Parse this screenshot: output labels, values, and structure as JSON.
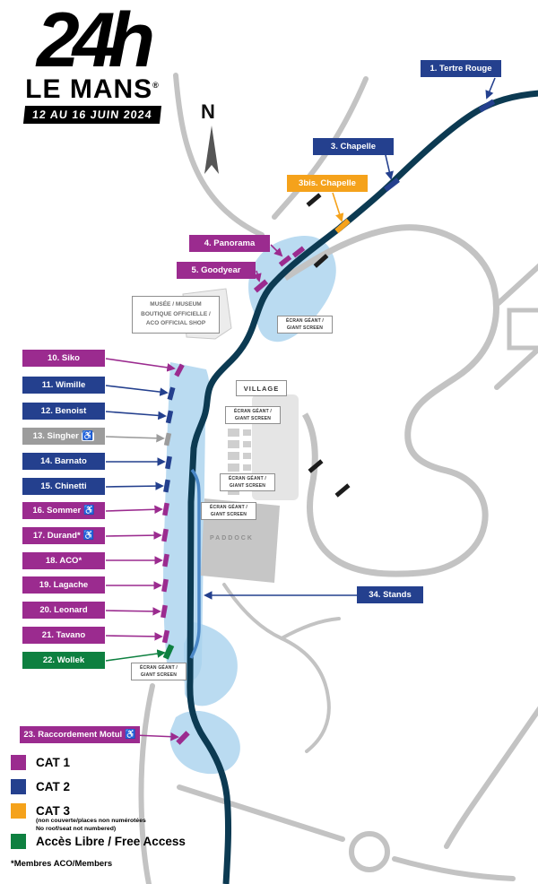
{
  "header": {
    "logo_mark": "24h",
    "logo_name": "LE MANS",
    "logo_reg": "®",
    "date_banner": "12 AU 16 JUIN 2024"
  },
  "compass": {
    "label": "N"
  },
  "icons": {
    "wheelchair": "♿"
  },
  "poi": {
    "musee_line1": "MUSÉE / MUSEUM",
    "musee_line2": "BOUTIQUE OFFICIELLE /",
    "musee_line3": "ACO OFFICIAL SHOP",
    "screen_line1": "ÉCRAN GÉANT /",
    "screen_line2": "GIANT SCREEN",
    "village": "VILLAGE",
    "paddock": "PADDOCK"
  },
  "tribunes": [
    {
      "label": "1. Tertre Rouge",
      "cat": "cat2"
    },
    {
      "label": "3. Chapelle",
      "cat": "cat2"
    },
    {
      "label": "3bis. Chapelle",
      "cat": "cat3"
    },
    {
      "label": "4. Panorama",
      "cat": "cat1"
    },
    {
      "label": "5. Goodyear",
      "cat": "cat1"
    },
    {
      "label": "10. Siko",
      "cat": "cat1"
    },
    {
      "label": "11. Wimille",
      "cat": "cat2"
    },
    {
      "label": "12. Benoist",
      "cat": "cat2"
    },
    {
      "label": "13. Singher",
      "cat": "singher",
      "accessible": true
    },
    {
      "label": "14. Barnato",
      "cat": "cat2"
    },
    {
      "label": "15. Chinetti",
      "cat": "cat2"
    },
    {
      "label": "16. Sommer",
      "cat": "cat1",
      "accessible": true
    },
    {
      "label": "17. Durand*",
      "cat": "cat1",
      "accessible": true
    },
    {
      "label": "18. ACO*",
      "cat": "cat1"
    },
    {
      "label": "19. Lagache",
      "cat": "cat1"
    },
    {
      "label": "20. Leonard",
      "cat": "cat1"
    },
    {
      "label": "21. Tavano",
      "cat": "cat1"
    },
    {
      "label": "22. Wollek",
      "cat": "free"
    },
    {
      "label": "23. Raccordement Motul",
      "cat": "cat1",
      "accessible": true
    },
    {
      "label": "34. Stands",
      "cat": "cat2"
    }
  ],
  "legend": {
    "cat1": "CAT 1",
    "cat2": "CAT 2",
    "cat3": "CAT 3",
    "cat3_note1": "(non couverte/places non numérotées",
    "cat3_note2": "No roof/seat not numbered)",
    "free": "Accès Libre / Free Access",
    "members_note": "*Membres ACO/Members"
  },
  "colors": {
    "cat1": "#9b2b8f",
    "cat2": "#24408e",
    "cat3": "#f5a21b",
    "free": "#0e8040",
    "singher": "#9c9c9c",
    "track": "#0c3a52",
    "pit": "#4a87c7",
    "zone": "#a9d2ed",
    "road": "#c3c3c3"
  }
}
